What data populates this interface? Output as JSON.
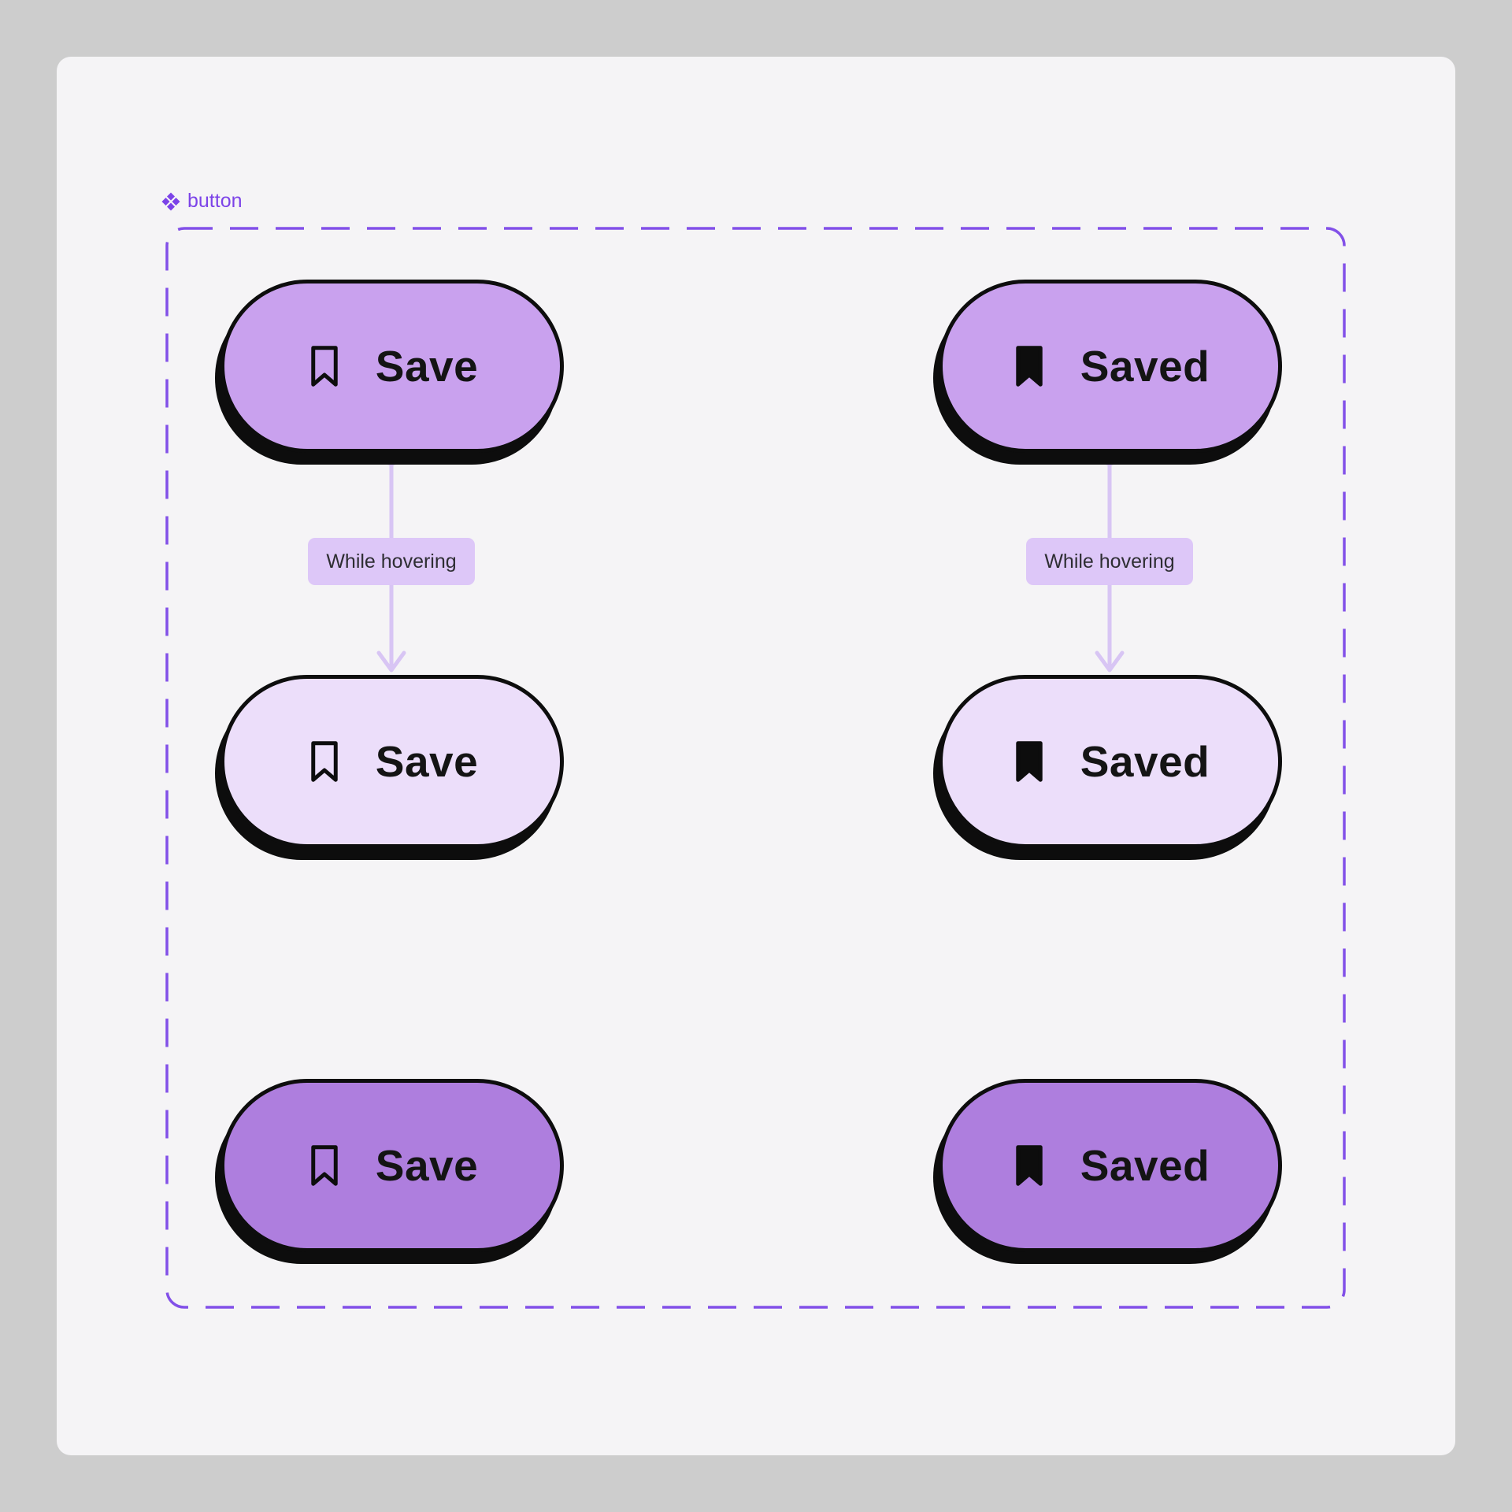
{
  "component_set": {
    "name": "button",
    "icon": "component-set-diamonds",
    "accent_color": "#7c43e8"
  },
  "buttons": [
    {
      "label": "Save",
      "state": "default",
      "icon": "bookmark-outline",
      "fill": "#c9a1ee"
    },
    {
      "label": "Saved",
      "state": "default",
      "icon": "bookmark-filled",
      "fill": "#c9a1ee"
    },
    {
      "label": "Save",
      "state": "hover",
      "icon": "bookmark-outline",
      "fill": "#ecdefa"
    },
    {
      "label": "Saved",
      "state": "hover",
      "icon": "bookmark-filled",
      "fill": "#ecdefa"
    },
    {
      "label": "Save",
      "state": "pressed",
      "icon": "bookmark-outline",
      "fill": "#ae7ede"
    },
    {
      "label": "Saved",
      "state": "pressed",
      "icon": "bookmark-filled",
      "fill": "#ae7ede"
    }
  ],
  "interactions": [
    {
      "label": "While hovering",
      "from": "save-default",
      "to": "save-hover"
    },
    {
      "label": "While hovering",
      "from": "saved-default",
      "to": "saved-hover"
    }
  ],
  "colors": {
    "outer_background": "#cdcdcd",
    "canvas_background": "#f5f4f6",
    "frame_dashed_border": "#8250e8",
    "connector_line": "#d8c5f4",
    "chip_background": "#ddc7f8",
    "chip_text": "#2e2e33",
    "button_outline": "#0d0d0d",
    "button_text": "#141414"
  }
}
